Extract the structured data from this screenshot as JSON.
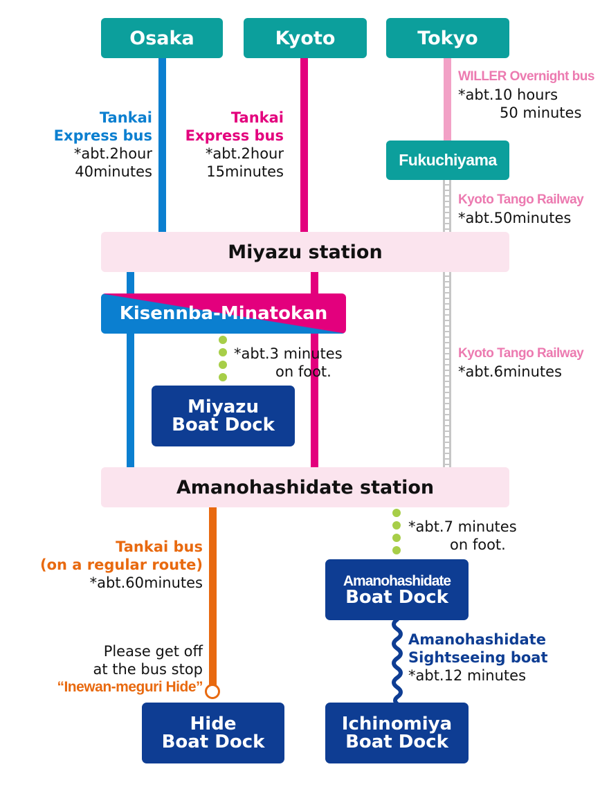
{
  "origins": {
    "osaka": "Osaka",
    "kyoto": "Kyoto",
    "tokyo": "Tokyo"
  },
  "osaka_route": {
    "line1": "Tankai",
    "line2": "Express bus",
    "line3": "*abt.2hour",
    "line4": "40minutes"
  },
  "kyoto_route": {
    "line1": "Tankai",
    "line2": "Express bus",
    "line3": "*abt.2hour",
    "line4": "15minutes"
  },
  "tokyo_route": {
    "line1": "WILLER Overnight bus",
    "line2": "*abt.10 hours",
    "line3": "50 minutes"
  },
  "fukuchiyama": "Fukuchiyama",
  "rail_1": {
    "line1": "Kyoto Tango Railway",
    "line2": "*abt.50minutes"
  },
  "miyazu_station": "Miyazu station",
  "kisennba": "Kisennba-Minatokan",
  "walk_1": {
    "line1": "*abt.3 minutes",
    "line2": "on foot."
  },
  "miyazu_dock": {
    "line1": "Miyazu",
    "line2": "Boat Dock"
  },
  "rail_2": {
    "line1": "Kyoto Tango Railway",
    "line2": "*abt.6minutes"
  },
  "amano_station": "Amanohashidate station",
  "tankai_bus": {
    "line1": "Tankai bus",
    "line2": "(on a regular route)",
    "line3": "*abt.60minutes"
  },
  "bus_stop": {
    "line1": "Please get off",
    "line2": "at the bus stop",
    "line3": "“Inewan-meguri Hide”"
  },
  "walk_2": {
    "line1": "*abt.7 minutes",
    "line2": "on foot."
  },
  "amano_dock": {
    "line1": "Amanohashidate",
    "line2": "Boat Dock"
  },
  "boat": {
    "line1": "Amanohashidate",
    "line2": "Sightseeing boat",
    "line3": "*abt.12 minutes"
  },
  "hide_dock": {
    "line1": "Hide",
    "line2": "Boat Dock"
  },
  "ichinomiya_dock": {
    "line1": "Ichinomiya",
    "line2": "Boat Dock"
  },
  "colors": {
    "teal": "#0c9f9c",
    "blue": "#0b7fd0",
    "magenta": "#e3007d",
    "light_pink": "#ec7ab0",
    "station_bg": "#fbe4ee",
    "navy": "#0e3d93",
    "orange": "#e8690f",
    "walk_dots": "#a7ce48",
    "rail_gray": "#c6c6c6"
  }
}
